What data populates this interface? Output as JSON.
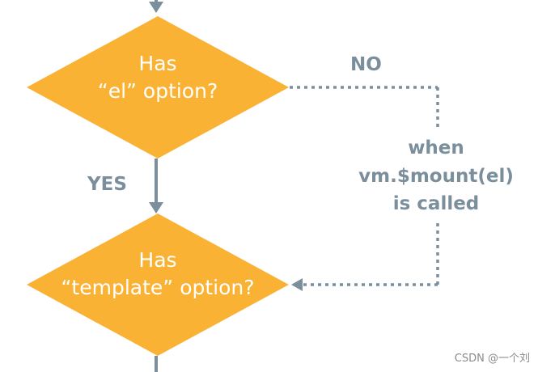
{
  "colors": {
    "diamond_fill": "#f9b233",
    "connector": "#7b8e9c",
    "node_text": "#ffffff",
    "background": "#ffffff"
  },
  "nodes": {
    "el_check": {
      "line1": "Has",
      "line2": "“el” option?"
    },
    "template_check": {
      "line1": "Has",
      "line2": "“template” option?"
    }
  },
  "edges": {
    "yes_label": "YES",
    "no_label": "NO",
    "mount_note": {
      "line1": "when",
      "line2": "vm.$mount(el)",
      "line3": "is called"
    }
  },
  "watermark": "CSDN @一个刘"
}
